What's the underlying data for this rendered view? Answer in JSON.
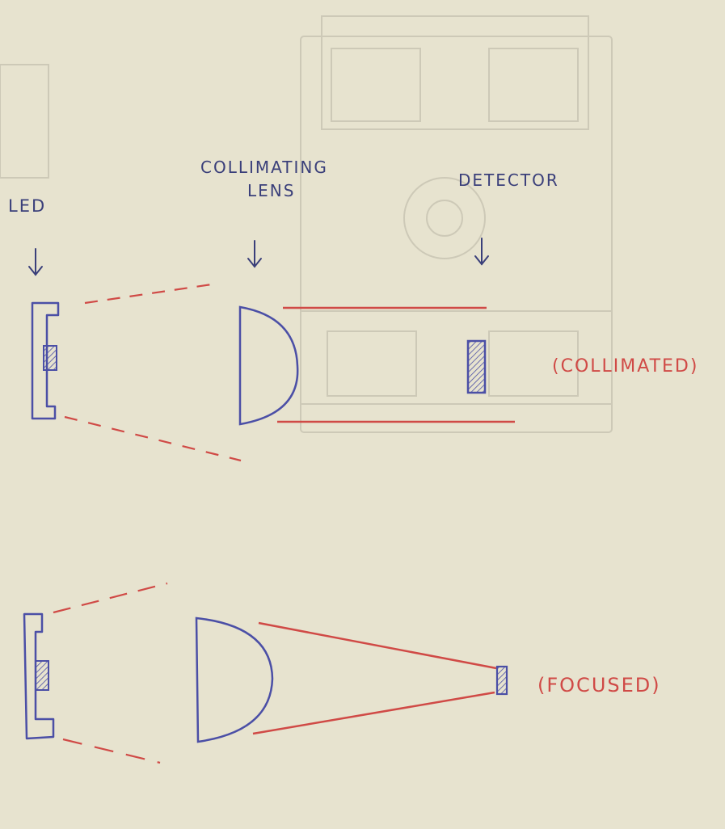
{
  "labels": {
    "led": "LED",
    "collimating_lens_line1": "COLLIMATING",
    "collimating_lens_line2": "LENS",
    "detector": "DETECTOR",
    "collimated": "(COLLIMATED)",
    "focused": "(FOCUSED)"
  },
  "colors": {
    "paper": "#e7e3cf",
    "ink_blue": "#4b4fa6",
    "ink_red": "#d04a46",
    "text_dark": "#3a3f7a",
    "faint_print": "#c9c5b4"
  }
}
